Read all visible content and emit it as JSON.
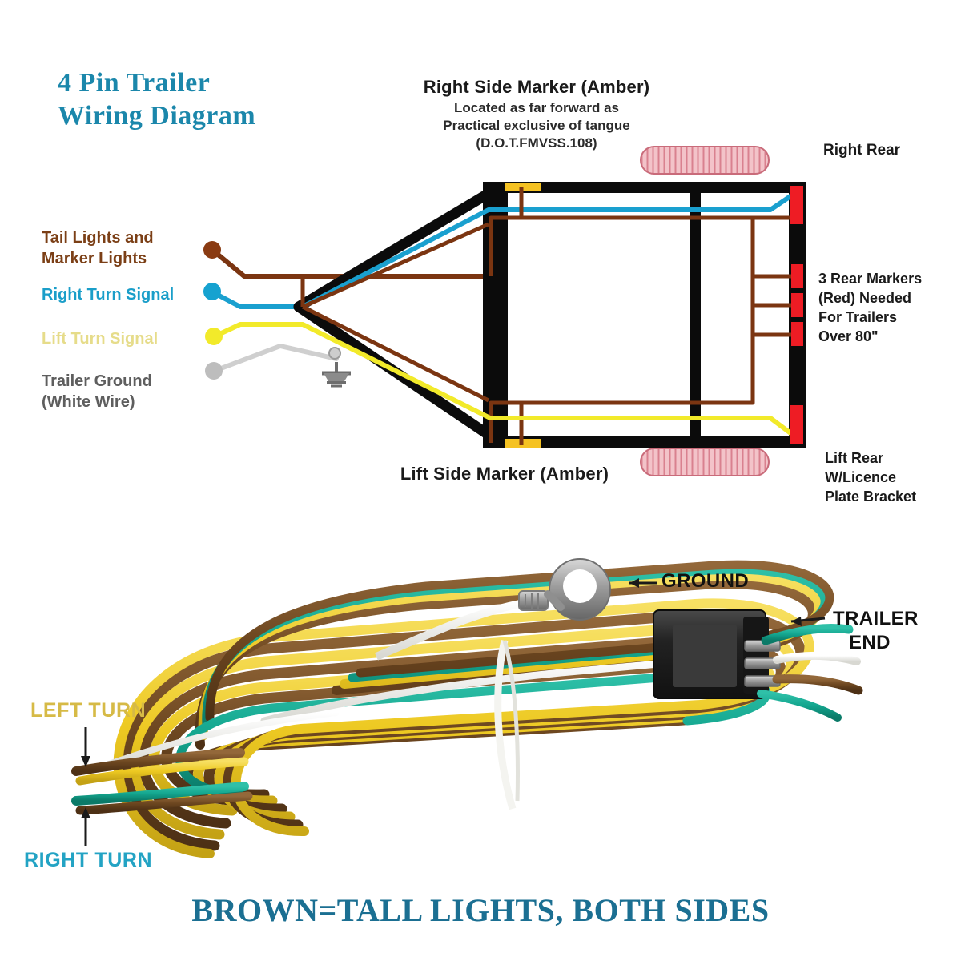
{
  "title": {
    "line1": "4 Pin Trailer",
    "line2": "Wiring Diagram",
    "color": "#1b87ab"
  },
  "diagram": {
    "top_marker": {
      "heading": "Right Side Marker (Amber)",
      "note1": "Located as far forward as",
      "note2": "Practical exclusive of tangue",
      "note3": "(D.O.T.FMVSS.108)"
    },
    "bottom_marker": {
      "heading": "Lift Side Marker (Amber)"
    },
    "right_labels": {
      "right_rear": "Right Rear",
      "rear_markers_l1": "3 Rear Markers",
      "rear_markers_l2": "(Red) Needed",
      "rear_markers_l3": "For Trailers",
      "rear_markers_l4": "Over 80\"",
      "left_rear_l1": "Lift Rear",
      "left_rear_l2": "W/Licence",
      "left_rear_l3": "Plate Bracket"
    },
    "legend": [
      {
        "id": "tail",
        "line1": "Tail Lights and",
        "line2": "Marker Lights",
        "color": "#7b3f16",
        "dot": "#8a3b12"
      },
      {
        "id": "right-turn",
        "line1": "Right Turn Signal",
        "line2": "",
        "color": "#1a9ec9",
        "dot": "#16a2d0"
      },
      {
        "id": "left-turn",
        "line1": "Lift Turn Signal",
        "line2": "",
        "color": "#e6dc8a",
        "dot": "#f2ea2a"
      },
      {
        "id": "ground",
        "line1": "Trailer Ground",
        "line2": "(White Wire)",
        "color": "#5e5e5e",
        "dot": "#b9b9b9"
      }
    ],
    "wire_colors": {
      "tail_brown": "#7b3511",
      "right_turn_blue": "#1aa0cf",
      "left_turn_yellow": "#f2ea2a",
      "ground_white": "#cfcfcf",
      "frame_black": "#0b0b0b",
      "marker_red": "#ee1c24",
      "marker_amber": "#f5c223",
      "side_marker_pink": "#eba6ae"
    }
  },
  "photo": {
    "ground_label": "GROUND",
    "trailer_end_l1": "TRAILER",
    "trailer_end_l2": "END",
    "left_turn_label": "LEFT TURN",
    "right_turn_label": "RIGHT TURN",
    "harness_colors": {
      "brown": "#7b5424",
      "yellow": "#f3d02a",
      "green": "#15a58f",
      "white": "#f2f2ee",
      "connector": "#2a2a2a",
      "metal": "#9a9a9a"
    }
  },
  "caption": {
    "text": "BROWN=TALL LIGHTS, BOTH SIDES",
    "color": "#1b6f92"
  }
}
